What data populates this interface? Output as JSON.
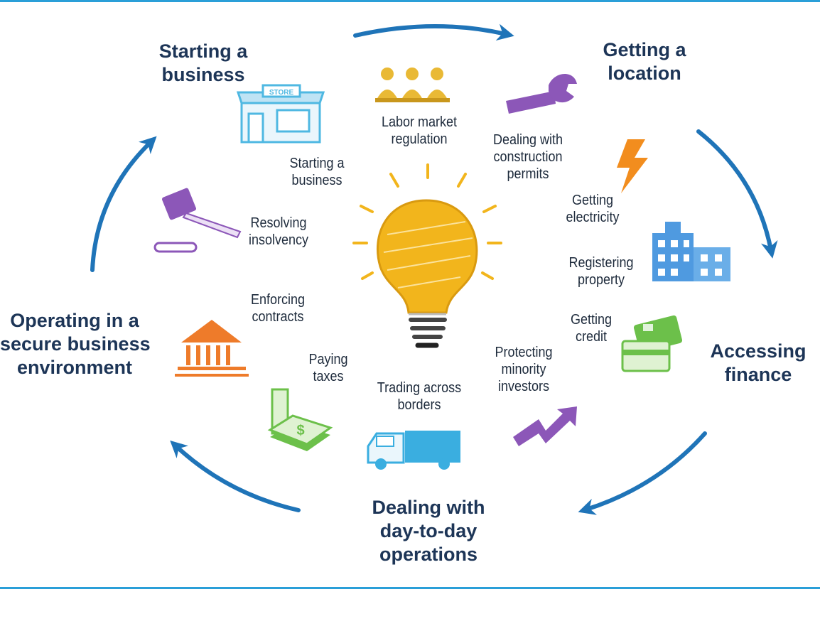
{
  "stages": {
    "starting": {
      "line1": "Starting a",
      "line2": "business"
    },
    "location": {
      "line1": "Getting a",
      "line2": "location"
    },
    "finance": {
      "line1": "Accessing",
      "line2": "finance"
    },
    "operations": {
      "line1": "Dealing with",
      "line2": "day-to-day",
      "line3": "operations"
    },
    "secure": {
      "line1": "Operating in a",
      "line2": "secure business",
      "line3": "environment"
    }
  },
  "indicators": {
    "labor": {
      "line1": "Labor market",
      "line2": "regulation"
    },
    "construction": {
      "line1": "Dealing with",
      "line2": "construction",
      "line3": "permits"
    },
    "electricity": {
      "line1": "Getting",
      "line2": "electricity"
    },
    "property": {
      "line1": "Registering",
      "line2": "property"
    },
    "credit": {
      "line1": "Getting",
      "line2": "credit"
    },
    "minority": {
      "line1": "Protecting",
      "line2": "minority",
      "line3": "investors"
    },
    "trading": {
      "line1": "Trading across",
      "line2": "borders"
    },
    "taxes": {
      "line1": "Paying",
      "line2": "taxes"
    },
    "contracts": {
      "line1": "Enforcing",
      "line2": "contracts"
    },
    "insolvency": {
      "line1": "Resolving",
      "line2": "insolvency"
    },
    "starting": {
      "line1": "Starting a",
      "line2": "business"
    }
  },
  "icons": {
    "store_sign": "STORE"
  },
  "colors": {
    "rule": "#2a9fd8",
    "arrow": "#1f74b8",
    "stage_text": "#1d3557",
    "bulb": "#f2b51c",
    "store": "#4fb8e2",
    "people": "#e9b935",
    "wrench": "#8c57b8",
    "bolt": "#f28d1e",
    "building": "#4f9ae0",
    "card": "#6cc04a",
    "chart": "#8c57b8",
    "truck": "#3aaee0",
    "money": "#6cc04a",
    "bank": "#ee7b2a",
    "gavel": "#8c57b8"
  }
}
